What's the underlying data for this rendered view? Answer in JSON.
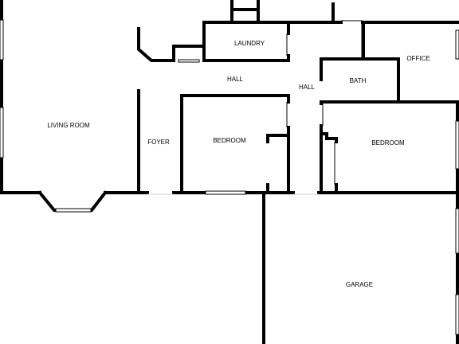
{
  "rooms": {
    "living_room": "LIVING ROOM",
    "foyer": "FOYER",
    "laundry": "LAUNDRY",
    "hall_upper": "HALL",
    "hall_right": "HALL",
    "bath": "BATH",
    "office": "OFFICE",
    "bedroom_center": "BEDROOM",
    "bedroom_right": "BEDROOM",
    "garage": "GARAGE"
  },
  "colors": {
    "wall": "#000000",
    "background": "#ffffff"
  }
}
